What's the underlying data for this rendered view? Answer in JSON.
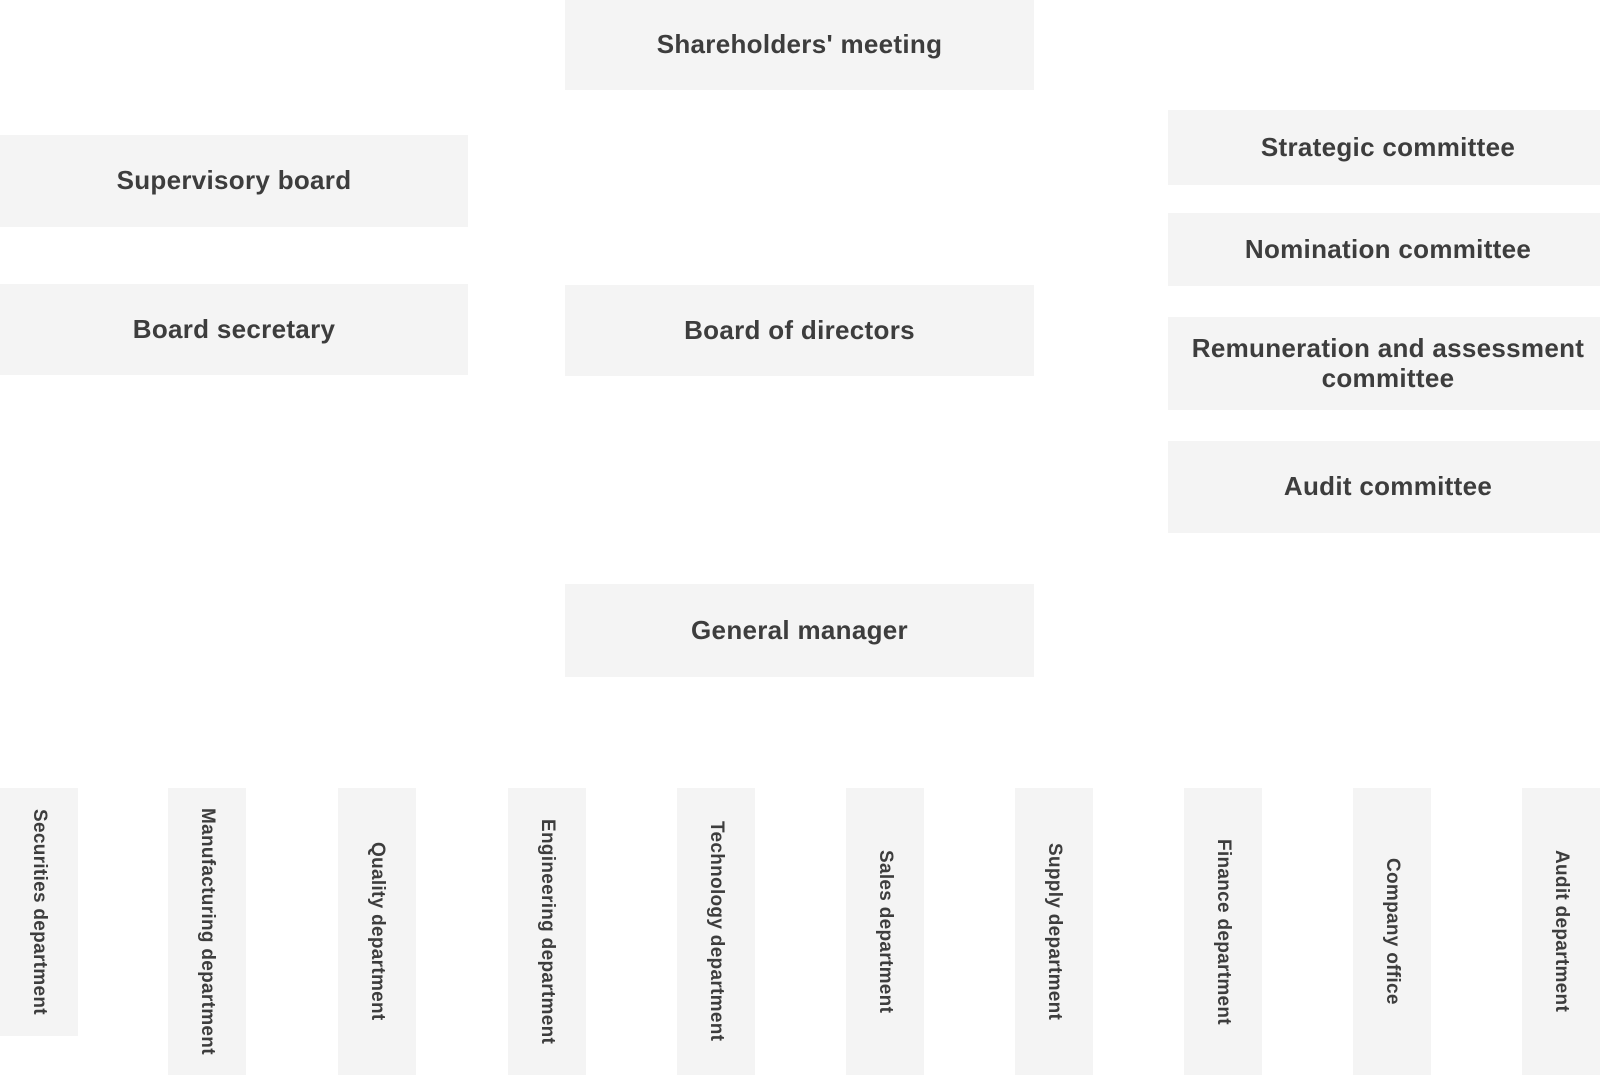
{
  "colors": {
    "background": "#ffffff",
    "box_background": "#f4f4f4",
    "text": "#3d3d3d"
  },
  "nodes": {
    "shareholders_meeting": "Shareholders' meeting",
    "supervisory_board": "Supervisory board",
    "board_secretary": "Board secretary",
    "board_of_directors": "Board of directors",
    "general_manager": "General manager",
    "strategic_committee": "Strategic committee",
    "nomination_committee": "Nomination committee",
    "remuneration_committee": "Remuneration and assessment\ncommittee",
    "audit_committee": "Audit committee"
  },
  "departments": [
    "Securities department",
    "Manufacturing department",
    "Quality department",
    "Engineering department",
    "Technology department",
    "Sales department",
    "Supply department",
    "Finance department",
    "Company office",
    "Audit department"
  ]
}
